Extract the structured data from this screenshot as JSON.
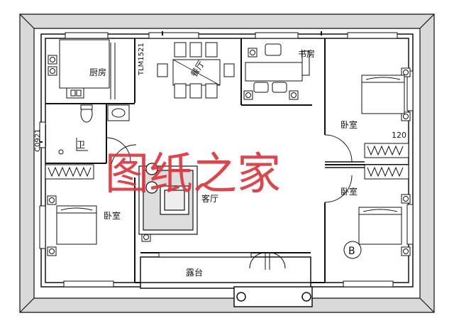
{
  "rooms": {
    "kitchen": "厨房",
    "dining": "餐厅",
    "study": "书房",
    "bathroom": "卫",
    "bedroom_left": "卧室",
    "bedroom_right_top": "卧室",
    "bedroom_right_bottom": "卧室",
    "living": "客厅",
    "terrace": "露台"
  },
  "codes": {
    "door_tlm": "TLM1521",
    "window_c": "C0921",
    "dim_120": "120",
    "axis_marker": "B"
  },
  "watermark": "图纸之家",
  "colors": {
    "wall": "#111111",
    "wall_fill": "#ffffff",
    "outer_band": "#cfcfcf",
    "watermark": "#e0343a"
  }
}
